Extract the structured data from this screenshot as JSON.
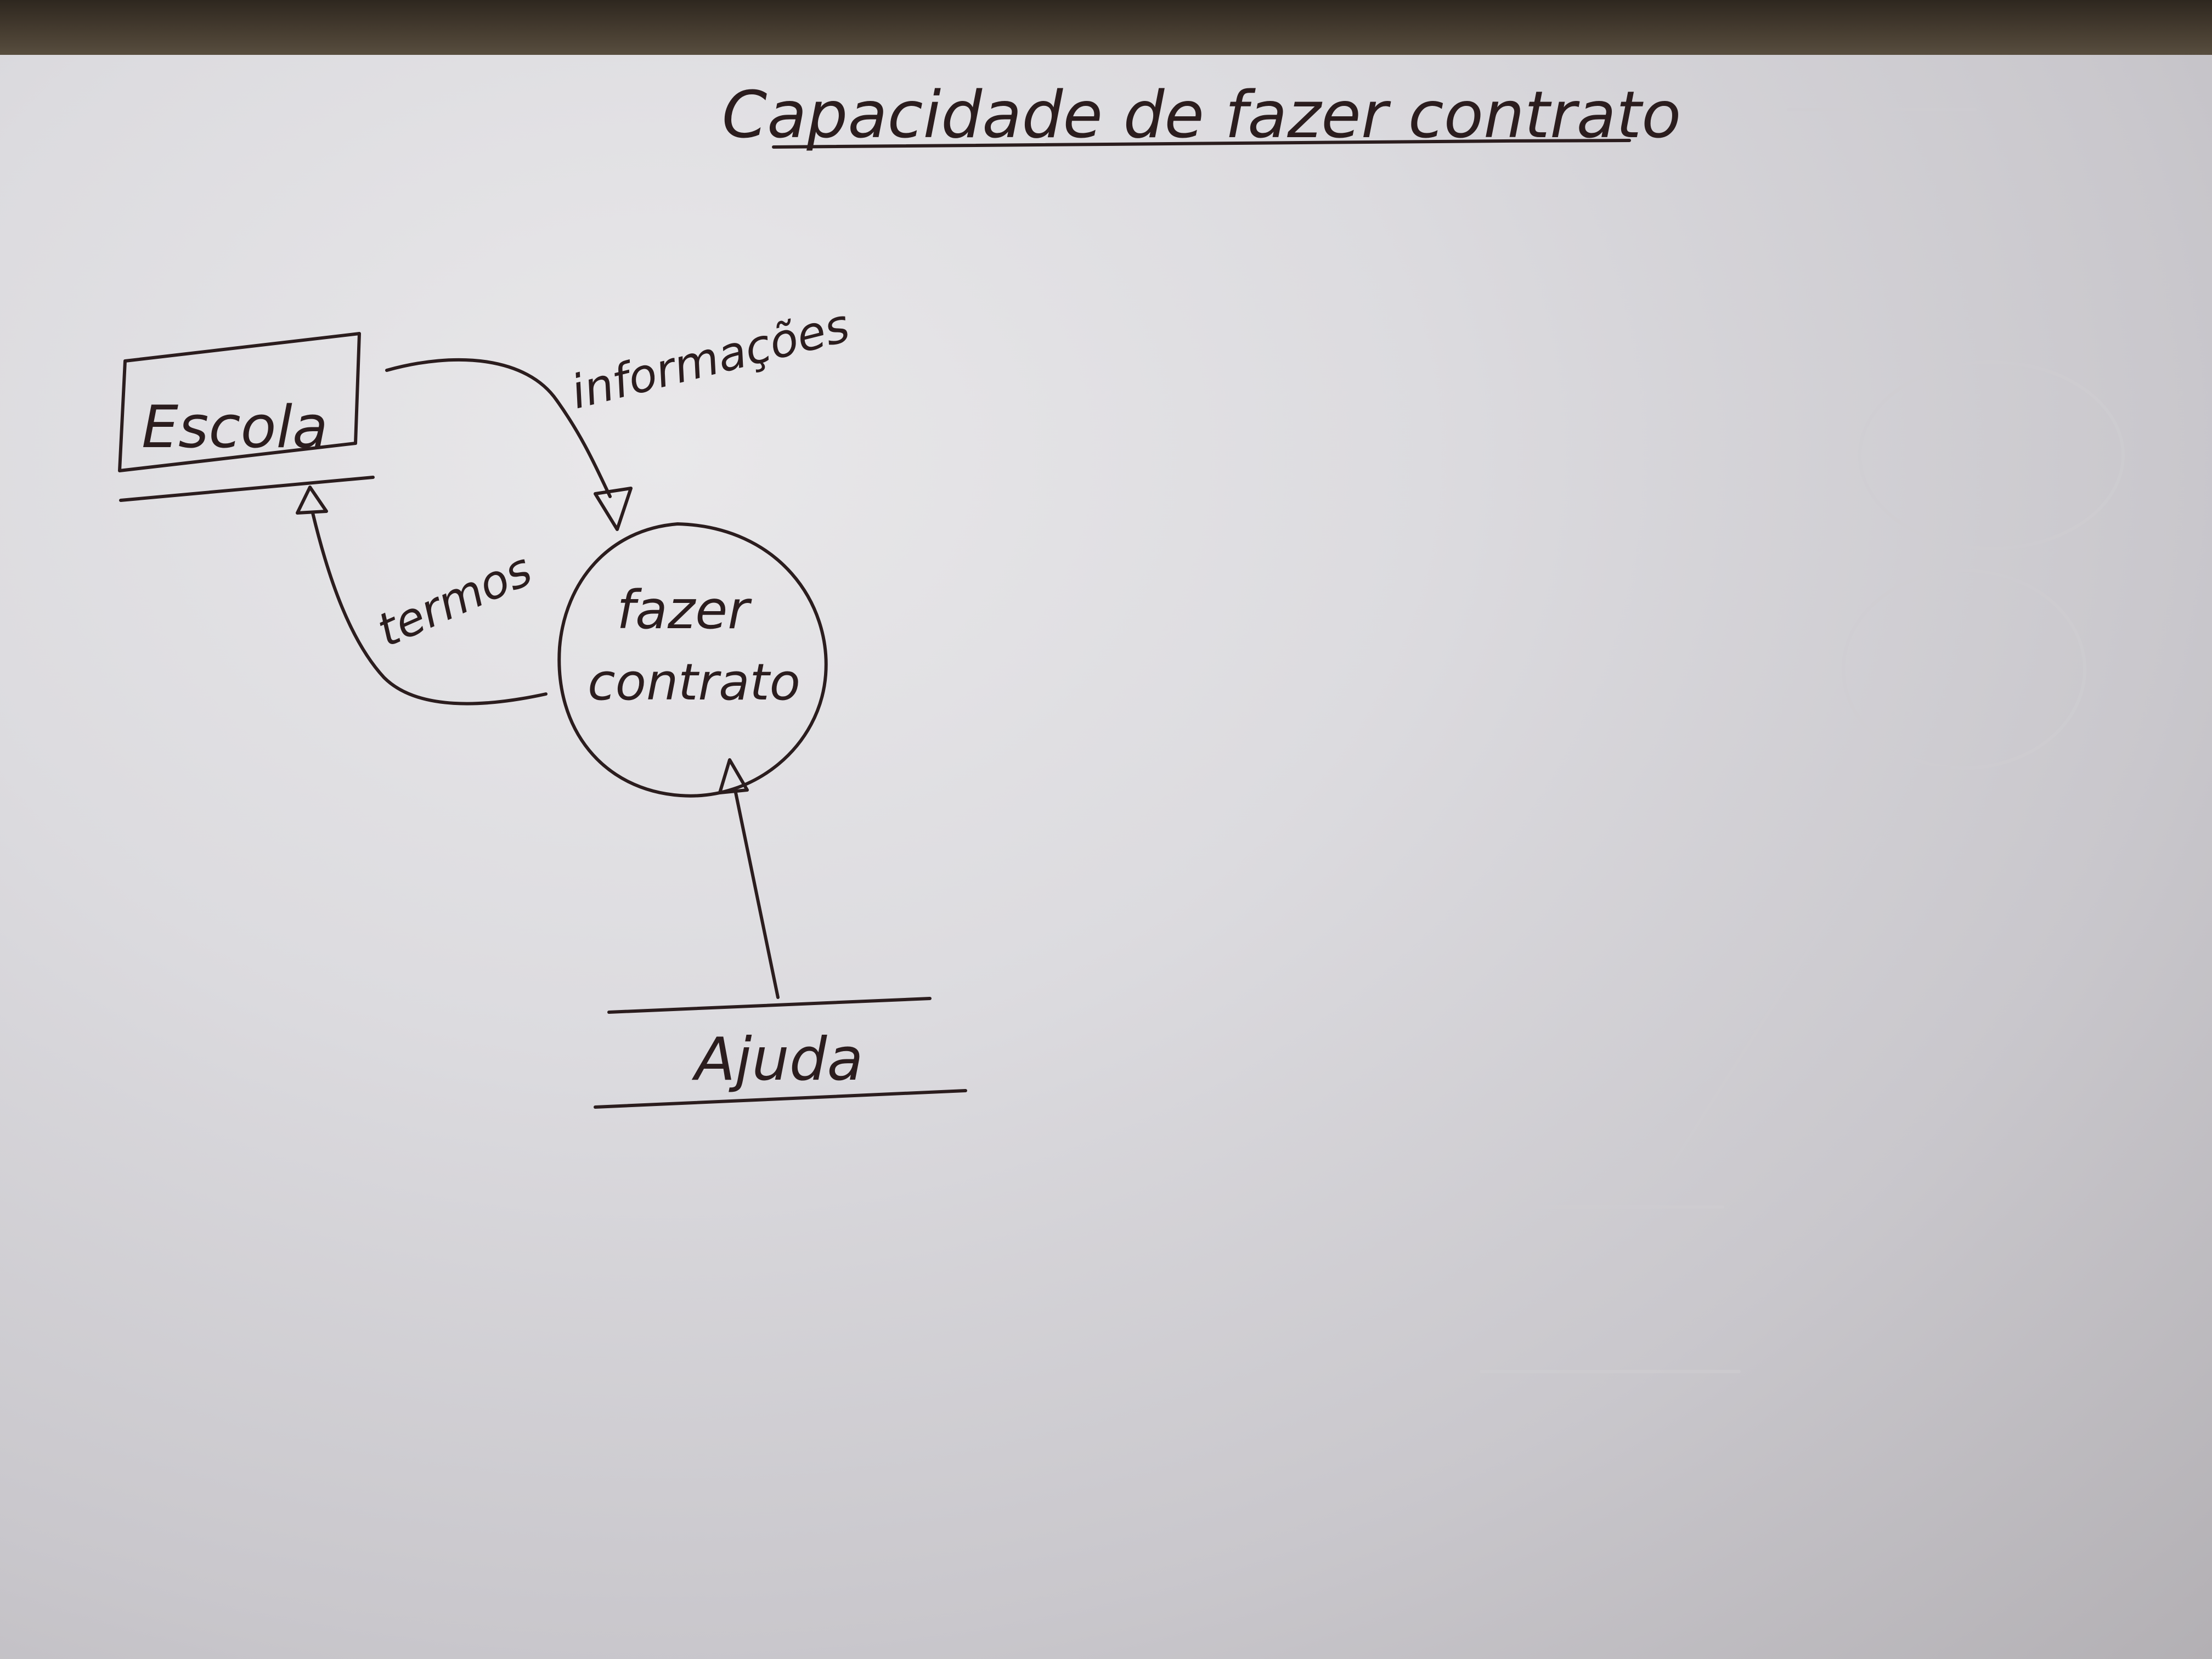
{
  "diagram": {
    "title": "Capacidade de fazer contrato",
    "nodes": {
      "entity": {
        "label": "Escola"
      },
      "process": {
        "line1": "fazer",
        "line2": "contrato"
      },
      "store": {
        "label": "Ajuda"
      }
    },
    "flows": {
      "escola_to_process": {
        "label": "informações"
      },
      "process_to_escola": {
        "label": "termos"
      }
    }
  },
  "colors": {
    "ink": "#2b1d1e",
    "paper": "#dcdbdf"
  }
}
